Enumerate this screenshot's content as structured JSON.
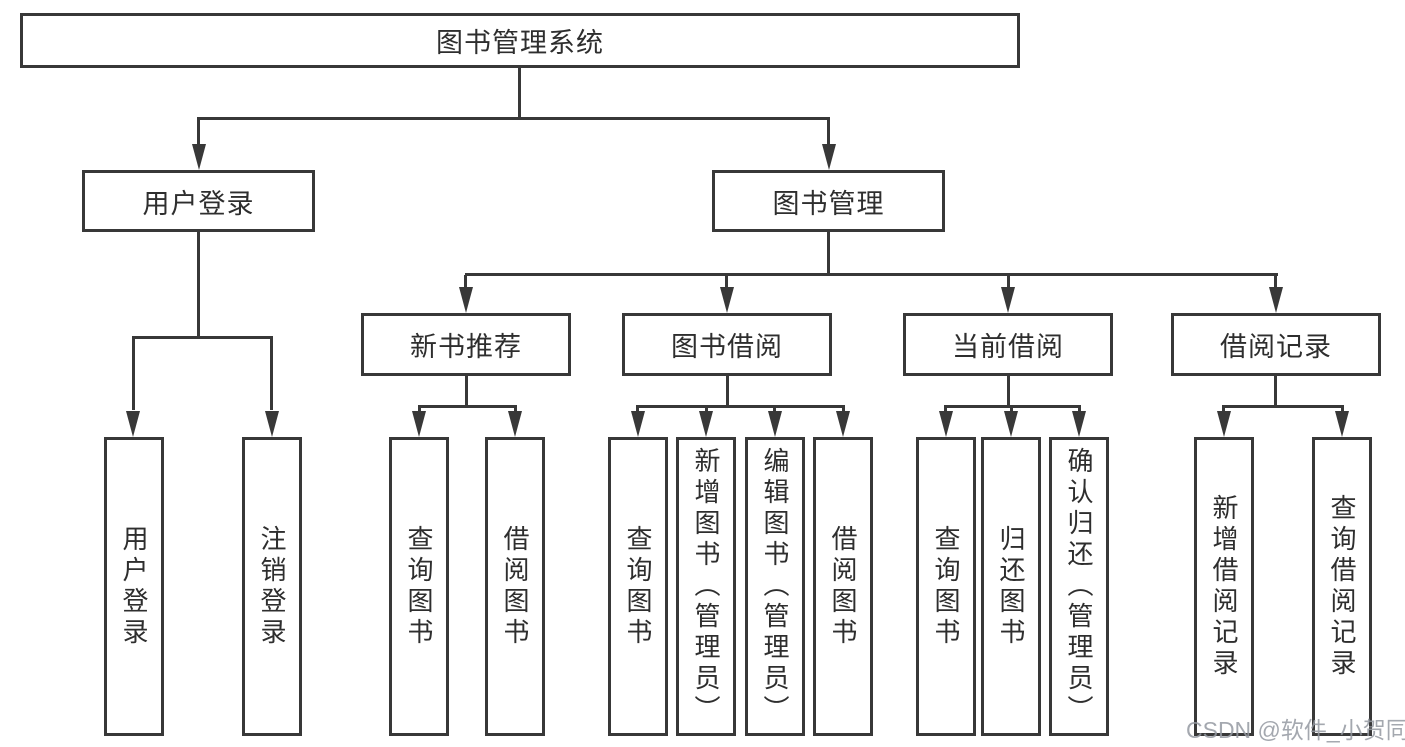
{
  "tree": {
    "root": "图书管理系统",
    "level1": [
      {
        "label": "用户登录",
        "leaves": [
          "用户登录",
          "注销登录"
        ]
      },
      {
        "label": "图书管理",
        "children": [
          {
            "label": "新书推荐",
            "leaves": [
              "查询图书",
              "借阅图书"
            ]
          },
          {
            "label": "图书借阅",
            "leaves": [
              "查询图书",
              "新增图书（管理员）",
              "编辑图书（管理员）",
              "借阅图书"
            ]
          },
          {
            "label": "当前借阅",
            "leaves": [
              "查询图书",
              "归还图书",
              "确认归还（管理员）"
            ]
          },
          {
            "label": "借阅记录",
            "leaves": [
              "新增借阅记录",
              "查询借阅记录"
            ]
          }
        ]
      }
    ]
  },
  "watermark": "CSDN @软件_小贺同学",
  "colors": {
    "line": "#383838",
    "text": "#2e2e2e",
    "box_background": "#ffffff",
    "watermark": "#9499a1"
  }
}
